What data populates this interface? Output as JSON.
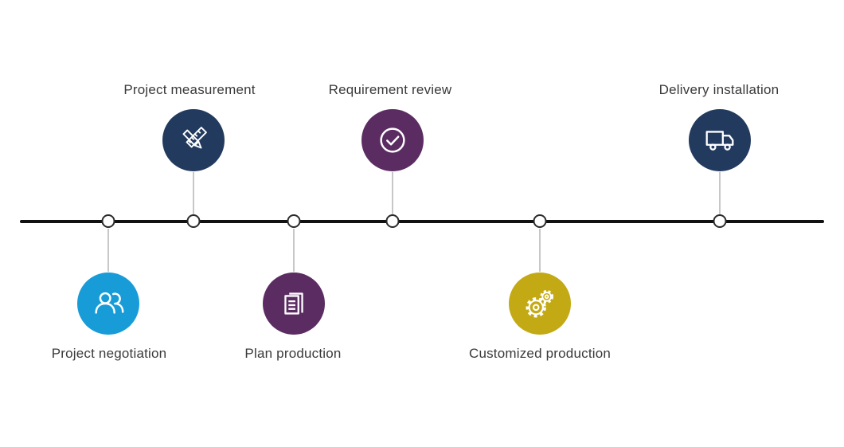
{
  "timeline": {
    "line_color": "#111111",
    "node_border_color": "#2b2b2b",
    "connector_color": "#8f8f8f",
    "label_color": "#3a3a3a",
    "steps": [
      {
        "label": "Project negotiation",
        "icon": "people-icon",
        "color": "#189cd8",
        "position": "below"
      },
      {
        "label": "Project measurement",
        "icon": "ruler-pencil-icon",
        "color": "#223a5e",
        "position": "above"
      },
      {
        "label": "Plan production",
        "icon": "document-icon",
        "color": "#5b2c62",
        "position": "below"
      },
      {
        "label": "Requirement review",
        "icon": "check-icon",
        "color": "#5b2c62",
        "position": "above"
      },
      {
        "label": "Customized production",
        "icon": "gears-icon",
        "color": "#c3aa14",
        "position": "below"
      },
      {
        "label": "Delivery installation",
        "icon": "truck-icon",
        "color": "#223a5e",
        "position": "above"
      }
    ]
  }
}
